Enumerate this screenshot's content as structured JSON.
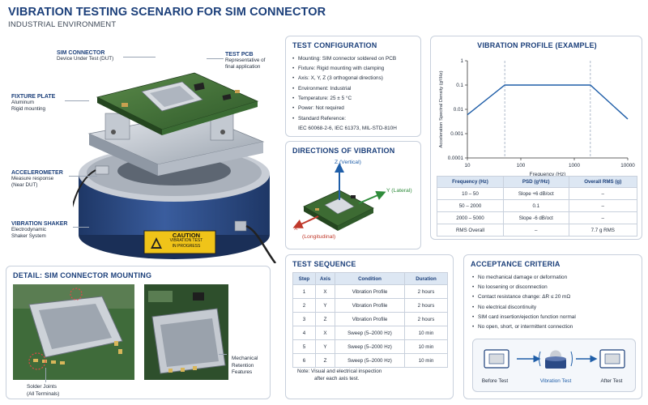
{
  "header": {
    "title": "VIBRATION TESTING SCENARIO FOR SIM CONNECTOR",
    "subtitle": "INDUSTRIAL ENVIRONMENT"
  },
  "labels": {
    "sim_connector": {
      "title": "SIM CONNECTOR",
      "sub": "Device Under Test (DUT)"
    },
    "test_pcb": {
      "title": "TEST PCB",
      "sub1": "Representative of",
      "sub2": "final application"
    },
    "fixture_plate": {
      "title": "FIXTURE PLATE",
      "sub1": "Aluminum",
      "sub2": "Rigid mounting"
    },
    "accelerometer": {
      "title": "ACCELEROMETER",
      "sub1": "Measure response",
      "sub2": "(Near DUT)"
    },
    "shaker": {
      "title": "VIBRATION SHAKER",
      "sub1": "Electrodynamic",
      "sub2": "Shaker System"
    },
    "caution": {
      "title": "CAUTION",
      "line1": "VIBRATION TEST",
      "line2": "IN PROGRESS"
    }
  },
  "test_config": {
    "title": "TEST CONFIGURATION",
    "items": [
      "Mounting: SIM connector soldered on PCB",
      "Fixture: Rigid mounting with clamping",
      "Axis: X, Y, Z (3 orthogonal directions)",
      "Environment: Industrial",
      "Temperature: 25 ± 5 °C",
      "Power: Not required",
      "Standard Reference:"
    ],
    "standard_line": "IEC 60068-2-6, IEC 61373, MIL-STD-810H"
  },
  "directions": {
    "title": "DIRECTIONS OF VIBRATION",
    "z": "Z (Vertical)",
    "y": "Y (Lateral)",
    "x": "X",
    "x_sub": "(Longitudinal)"
  },
  "profile": {
    "title": "VIBRATION PROFILE (EXAMPLE)",
    "chart_data": {
      "type": "line",
      "x": [
        10,
        50,
        2000,
        10000
      ],
      "y": [
        0.006,
        0.1,
        0.1,
        0.004
      ],
      "xscale": "log",
      "yscale": "log",
      "xlim": [
        10,
        10000
      ],
      "ylim": [
        0.0001,
        1
      ],
      "xticks": [
        "10",
        "100",
        "1000",
        "10000"
      ],
      "yticks": [
        "1",
        "0.1",
        "0.01",
        "0.001",
        "0.0001"
      ],
      "xlabel": "Frequency (Hz)",
      "ylabel": "Acceleration Spectral Density (g²/Hz)",
      "dashed_x": [
        50,
        2000
      ],
      "grid": false
    },
    "table": {
      "headers": [
        "Frequency (Hz)",
        "PSD (g²/Hz)",
        "Overall RMS (g)"
      ],
      "rows": [
        [
          "10 – 50",
          "Slope +6 dB/oct",
          "–"
        ],
        [
          "50 – 2000",
          "0.1",
          "–"
        ],
        [
          "2000 – 5000",
          "Slope -6 dB/oct",
          "–"
        ],
        [
          "RMS Overall",
          "–",
          "7.7 g RMS"
        ]
      ]
    }
  },
  "detail": {
    "title": "DETAIL: SIM CONNECTOR MOUNTING",
    "solder": {
      "line1": "Solder Joints",
      "line2": "(All Terminals)"
    },
    "retention": {
      "line1": "Mechanical",
      "line2": "Retention",
      "line3": "Features"
    }
  },
  "sequence": {
    "title": "TEST SEQUENCE",
    "headers": [
      "Step",
      "Axis",
      "Condition",
      "Duration"
    ],
    "rows": [
      [
        "1",
        "X",
        "Vibration Profile",
        "2 hours"
      ],
      [
        "2",
        "Y",
        "Vibration Profile",
        "2 hours"
      ],
      [
        "3",
        "Z",
        "Vibration Profile",
        "2 hours"
      ],
      [
        "4",
        "X",
        "Sweep (5–2000 Hz)",
        "10 min"
      ],
      [
        "5",
        "Y",
        "Sweep (5–2000 Hz)",
        "10 min"
      ],
      [
        "6",
        "Z",
        "Sweep (5–2000 Hz)",
        "10 min"
      ]
    ],
    "note1": "Note: Visual and electrical inspection",
    "note2": "after each axis test."
  },
  "acceptance": {
    "title": "ACCEPTANCE CRITERIA",
    "items": [
      "No mechanical damage or deformation",
      "No loosening or disconnection",
      "Contact resistance change: ΔR ≤ 20 mΩ",
      "No electrical discontinuity",
      "SIM card insertion/ejection function normal",
      "No open, short, or intermittent connection"
    ],
    "flow": [
      "Before Test",
      "Vibration Test",
      "After Test"
    ]
  },
  "colors": {
    "title": "#1b3f7a",
    "accent": "#1f5ea8",
    "x_axis": "#c0392b",
    "y_axis": "#2e8b3a",
    "shaker_blue": "#2b4a86",
    "caution": "#f0c419"
  }
}
